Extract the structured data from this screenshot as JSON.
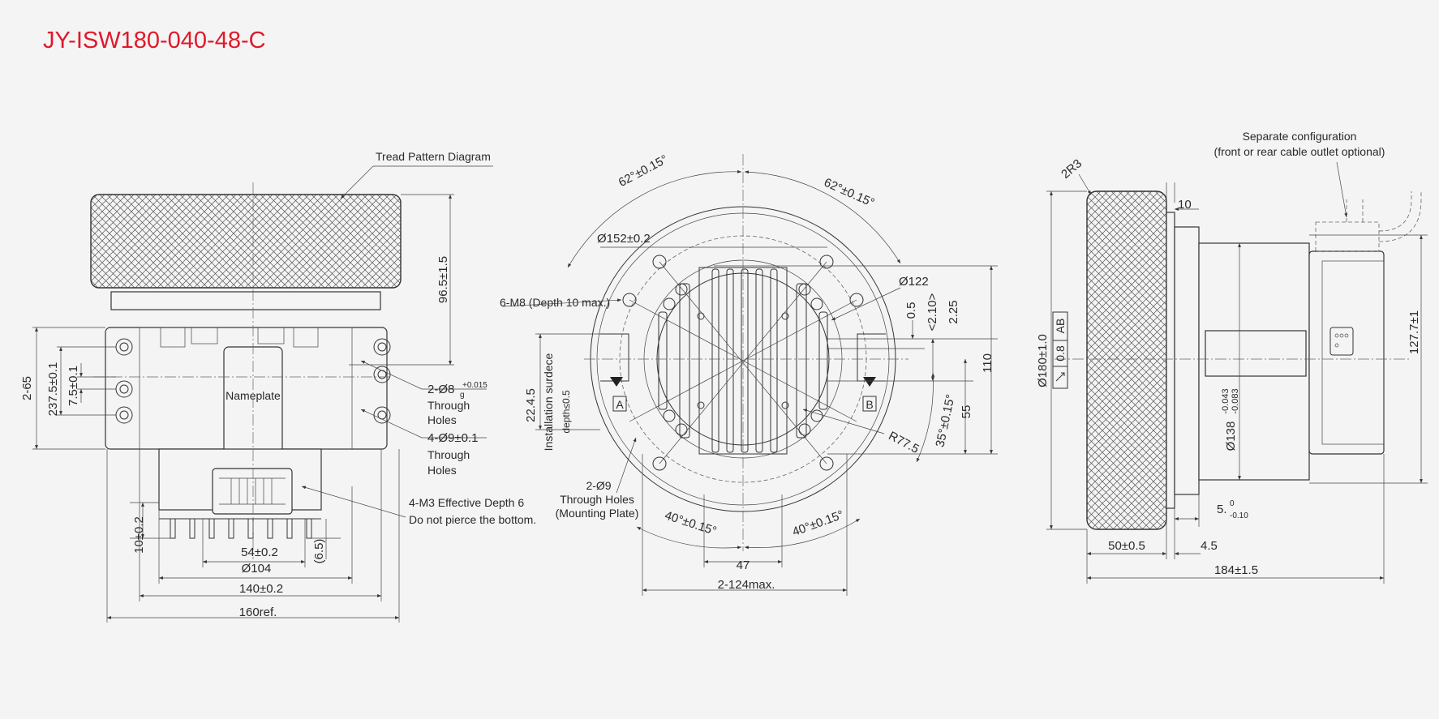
{
  "title": "JY-ISW180-040-48-C",
  "colors": {
    "title": "#e0192b",
    "line": "#333333",
    "background": "#f4f4f4"
  },
  "left_view": {
    "tread_label": "Tread Pattern Diagram",
    "nameplate": "Nameplate",
    "hole1_main": "2-Ø8",
    "hole1_tol_sup": "+0.015",
    "hole1_tol_sub": "g",
    "hole1_through": "Through",
    "hole1_holes": "Holes",
    "hole2_main": "4-Ø9±0.1",
    "hole2_through": "Through",
    "hole2_holes": "Holes",
    "m3_line1": "4-M3 Effective Depth 6",
    "m3_line2": "Do not pierce the bottom.",
    "d_96_5": "96.5±1.5",
    "d_2_65": "2-65",
    "d_237_5": "237.5±0.1",
    "d_7_5": "7.5±0.1",
    "d_10": "10±0.2",
    "d_6_5": "(6.5)",
    "d_54": "54±0.2",
    "d_104": "Ø104",
    "d_140": "140±0.2",
    "d_160": "160ref."
  },
  "middle_view": {
    "ang_62_left": "62°±0.15°",
    "ang_62_right": "62°±0.15°",
    "d_152": "Ø152±0.2",
    "m8": "6-M8 (Depth 10 max.)",
    "d_122": "Ø122",
    "d_0_5": "0.5",
    "d_2_10": "<2.10>",
    "d_2_25": "2.25",
    "install_1": "Installation surdece",
    "install_2": "depth≤0.5",
    "d_22_4_5": "22.4.5",
    "label_a": "A",
    "label_b": "B",
    "d_110": "110",
    "d_55": "55",
    "ang_35": "35°±0.15°",
    "r_77_5": "R77.5",
    "hole9_1": "2-Ø9",
    "hole9_2": "Through Holes",
    "hole9_3": "(Mounting Plate)",
    "ang_40_left": "40°±0.15°",
    "ang_40_right": "40°±0.15°",
    "d_47": "47",
    "d_124": "2-124max."
  },
  "right_view": {
    "config_1": "Separate configuration",
    "config_2": "(front or rear cable outlet optional)",
    "d_2r3": "2R3",
    "d_10": "10",
    "d_180": "Ø180±1.0",
    "gdt_value": "0.8",
    "gdt_ref": "AB",
    "d_127_7": "127.7±1",
    "d_138": "Ø138",
    "d_138_sup": "-0.043",
    "d_138_sub": "-0.083",
    "d_5": "5.",
    "d_5_sup": "0",
    "d_5_sub": "-0.10",
    "d_50": "50±0.5",
    "d_4_5": "4.5",
    "d_184": "184±1.5"
  }
}
